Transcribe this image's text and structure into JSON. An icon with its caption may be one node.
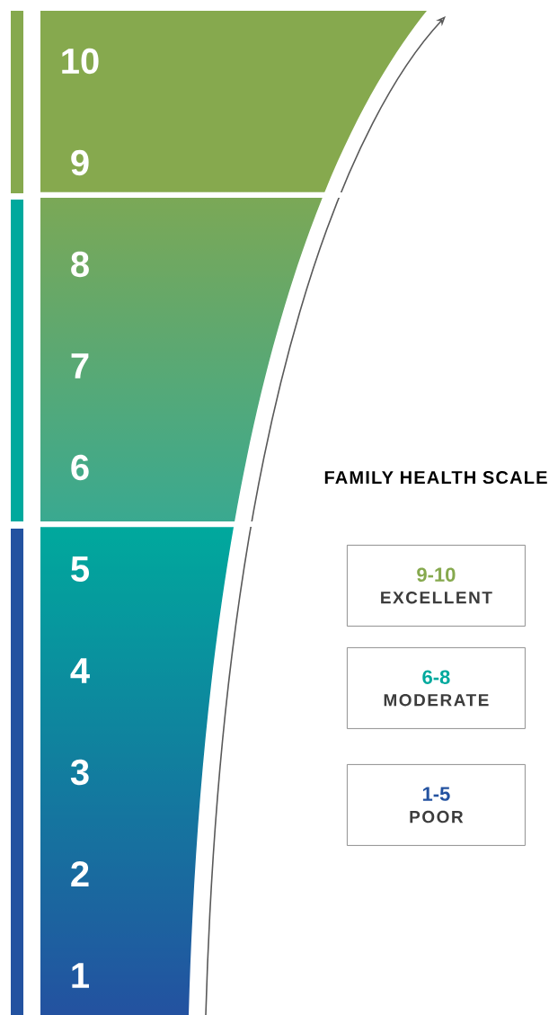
{
  "diagram": {
    "title": "FAMILY HEALTH SCALE",
    "nodes": [
      {
        "text": [
          "10",
          "9"
        ]
      },
      {
        "text": [
          "8",
          "7",
          "6"
        ]
      },
      {
        "text": [
          "5",
          "4",
          "3",
          "2",
          "1"
        ]
      },
      {
        "text": [
          "9-10",
          "EXCELLENT"
        ]
      },
      {
        "text": [
          "6-8",
          "MODERATE"
        ]
      },
      {
        "text": [
          "1-5",
          "POOR"
        ]
      }
    ]
  }
}
